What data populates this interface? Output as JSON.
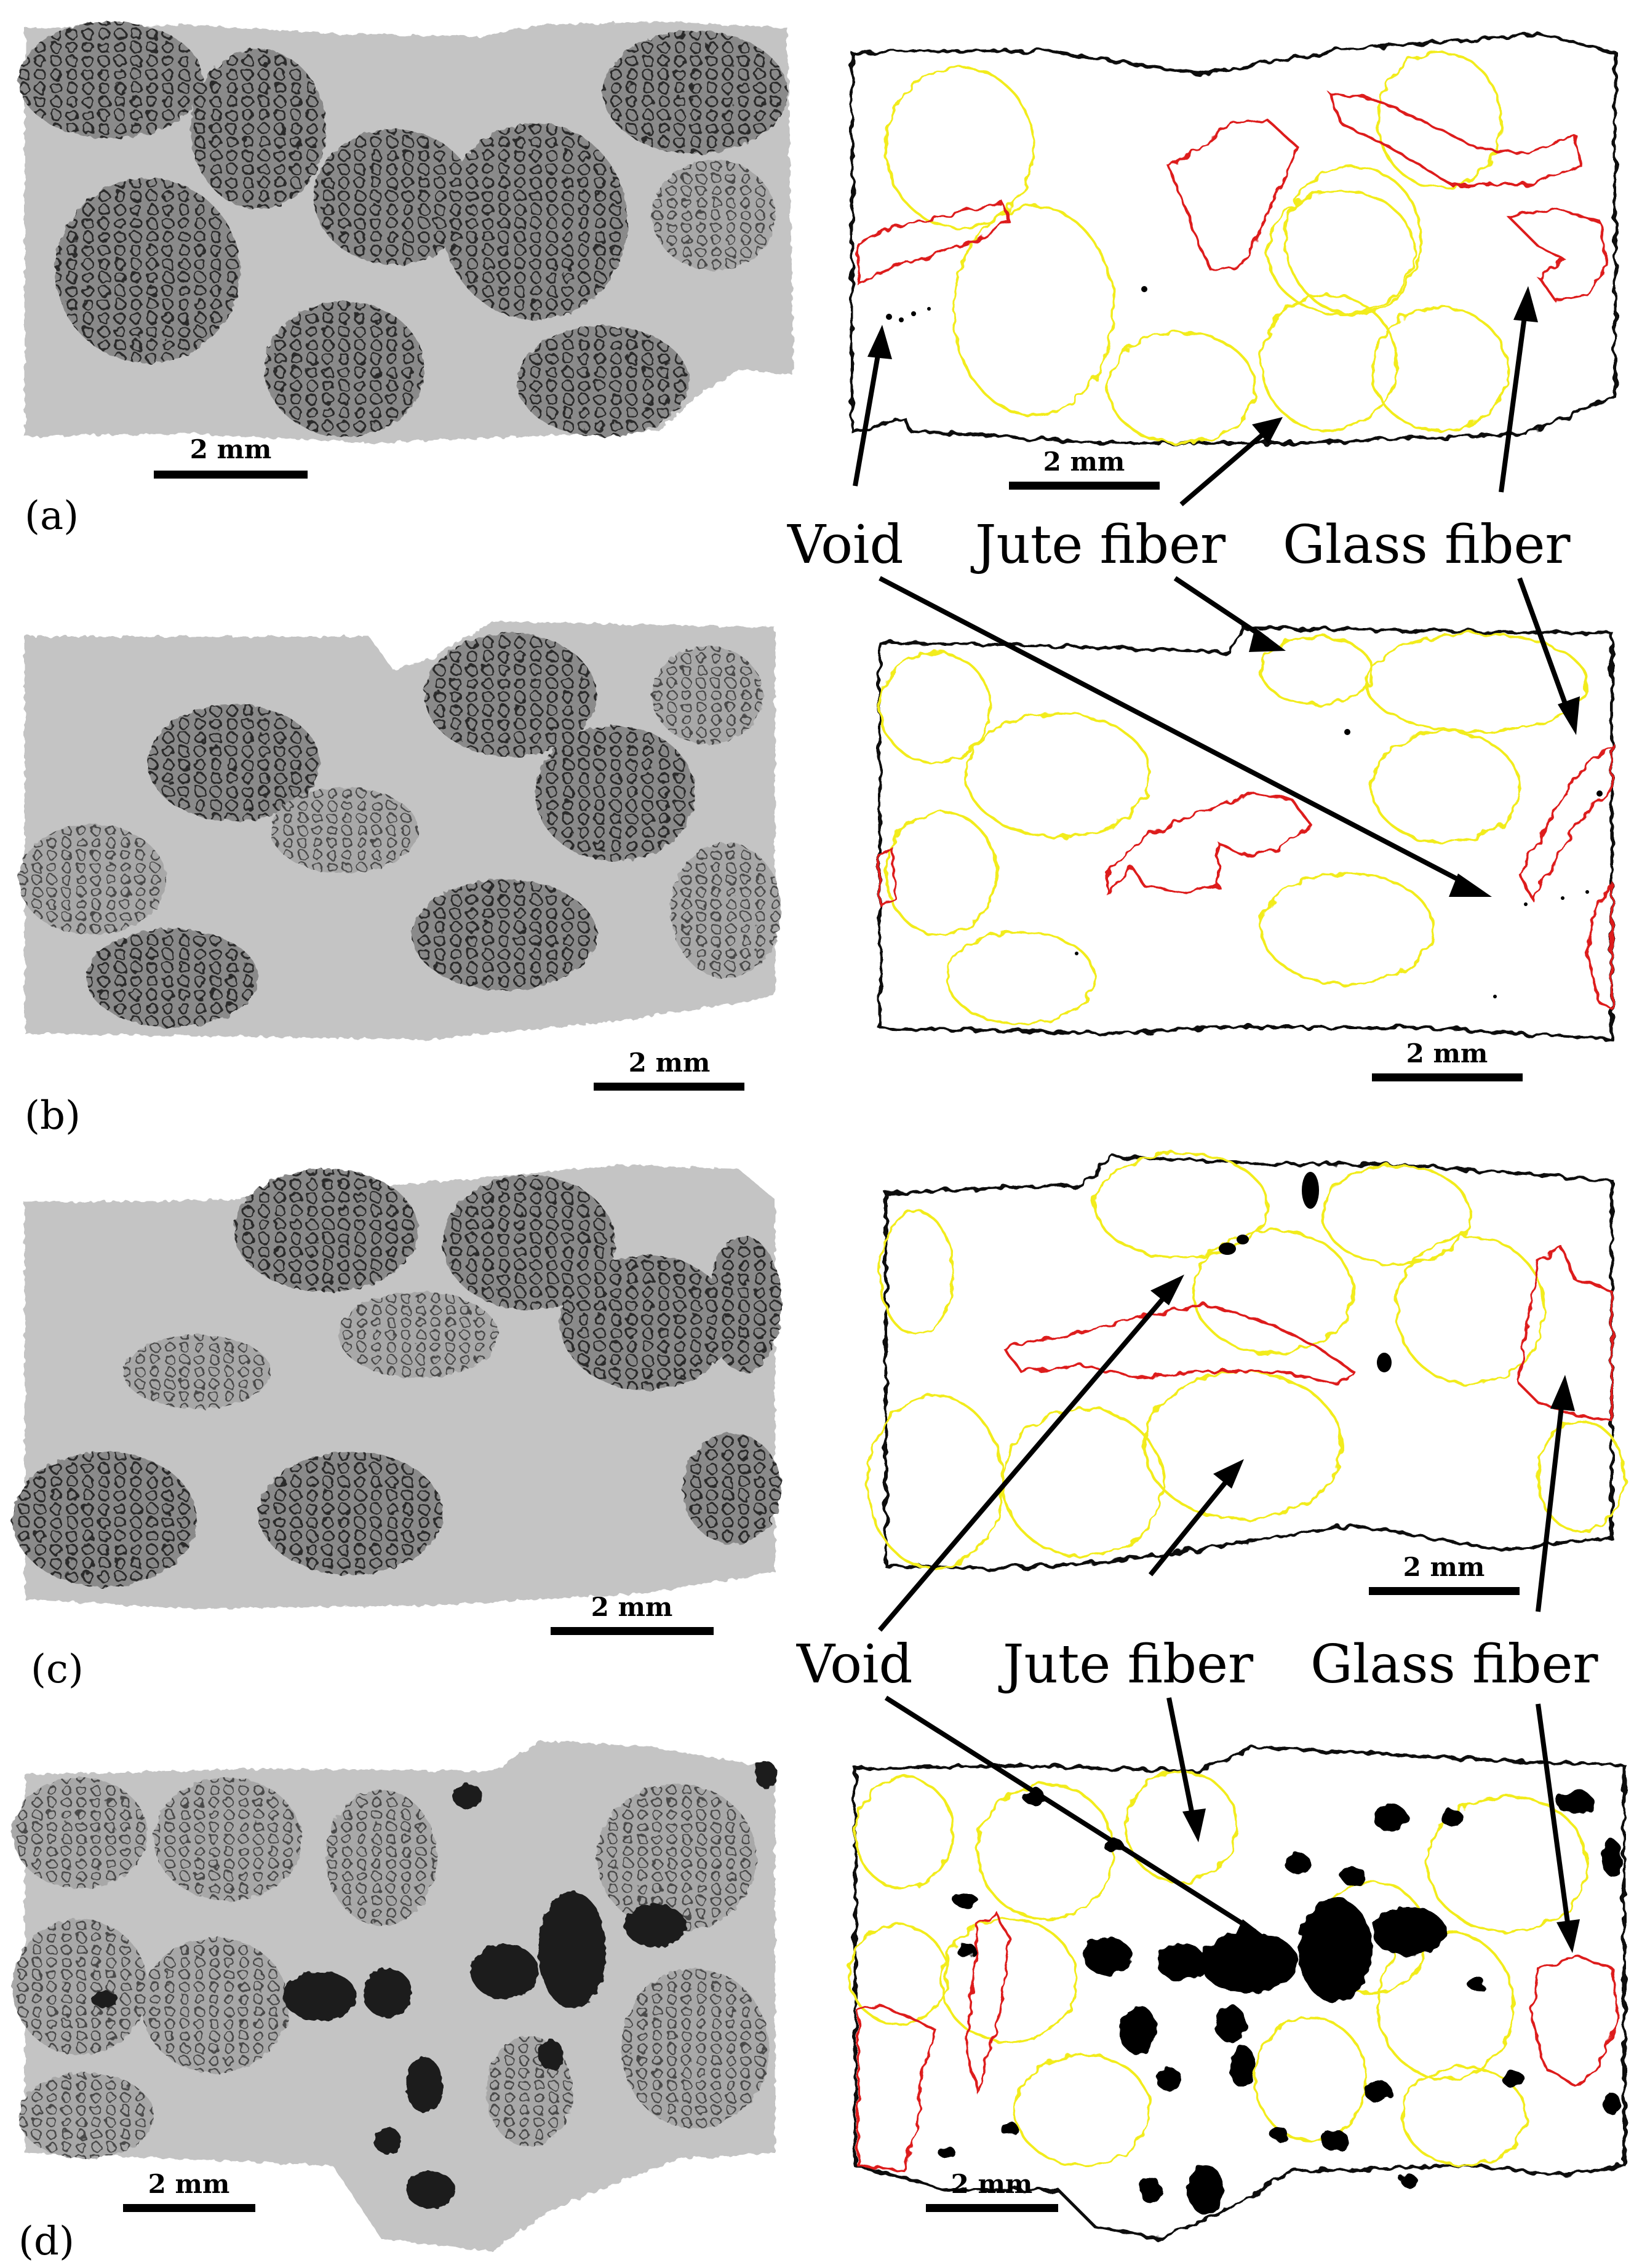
{
  "figure": {
    "panels": [
      {
        "letter": "(a)",
        "left_scale": "2 mm",
        "right_scale": "2 mm"
      },
      {
        "letter": "(b)",
        "left_scale": "2 mm",
        "right_scale": "2 mm"
      },
      {
        "letter": "(c)",
        "left_scale": "2 mm",
        "right_scale": "2 mm"
      },
      {
        "letter": "(d)",
        "left_scale": "2 mm",
        "right_scale": "2 mm"
      }
    ],
    "annotations_top": {
      "void": "Void",
      "jute": "Jute fiber",
      "glass": "Glass fiber"
    },
    "annotations_bottom": {
      "void": "Void",
      "jute": "Jute fiber",
      "glass": "Glass fiber"
    },
    "colors": {
      "matrix_gray": "#c4c4c4",
      "fiber_dark": "#404040",
      "jute_outline": "#f2ec1c",
      "glass_outline": "#dd1f1f",
      "void": "#000000",
      "outline": "#111111"
    }
  }
}
